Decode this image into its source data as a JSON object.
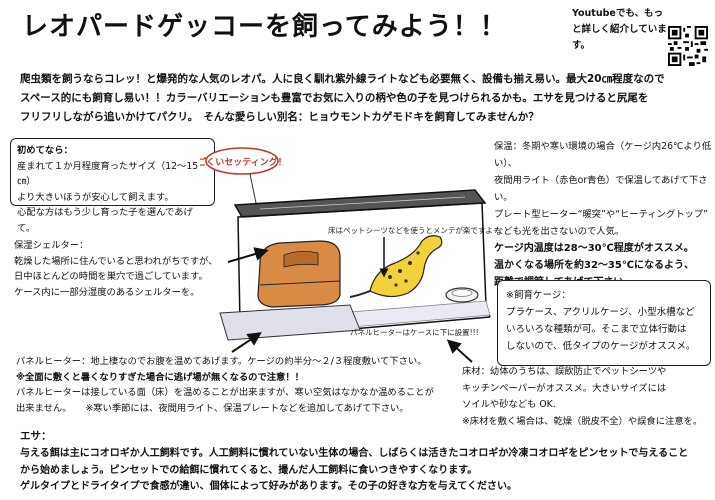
{
  "title": "レオパードゲッコーを飼ってみよう！！",
  "youtube_note": "Youtubeでも、もっと詳しく紹介しています。",
  "intro": {
    "line1": "爬虫類を飼うならコレッ！と爆発的な人気のレオパ。人に良く馴れ紫外線ライトなども必要無く、設備も揃え易い。最大20㎝程度なので",
    "line2": "スペース的にも飼育し易い！！カラーバリエーションも豊富でお気に入りの柄や色の子を見つけられるかも。エサを見つけると尻尾を",
    "line3": "フリフリしながら追いかけてパクリ。　そんな愛らしい別名：ヒョウモントカゲモドキを飼育してみませんか？"
  },
  "starter": {
    "heading": "初めてなら：",
    "line1": "産まれて１か月程度育ったサイズ（12～15㎝）",
    "line2": "より大きいほうが安心して飼えます。",
    "line3": "心配な方はもう少し育った子を選んであげて。"
  },
  "shelter": {
    "heading": "保湿シェルター：",
    "line1": "乾燥した場所に住んでいると思われがちですが、",
    "line2": "日中ほとんどの時間を巣穴で過ごしています。",
    "line3": "ケース内に一部分湿度のあるシェルターを。"
  },
  "warmth": {
    "line1": "保温：冬期や寒い環境の場合（ケージ内26℃より低い）、",
    "line2": "夜間用ライト（赤色or青色）で保温してあげて下さい。",
    "line3": "プレート型ヒーター“暖突”や“ヒーティングトップ”",
    "line4": "なども光を出さないので人気。",
    "line5": "ケージ内温度は28～30℃程度がオススメ。",
    "line6": "温かくなる場所を約32～35℃になるよう、",
    "line7": "距離で調節してあげて下さい。"
  },
  "illustration": {
    "sign": "ごくいセッティング！",
    "floor_note": "床はペットシーツなどを使うとメンテが楽ですよー！",
    "heater_note": "パネルヒーターはケースに下に設置!!!"
  },
  "cage": {
    "heading": "※飼育ケージ：",
    "line1": "プラケース、アクリルケージ、小型水槽など",
    "line2": "いろいろな種類が可。そこまで立体行動は",
    "line3": "しないので、低タイプのケージがオススメ。"
  },
  "panel_heater": {
    "line1": "パネルヒーター：地上棲なのでお腹を温めてあげます。ケージの約半分～２/３程度敷いて下さい。",
    "line2": "※全面に敷くと暑くなりすぎた場合に逃げ場が無くなるので注意！！",
    "line3": "パネルヒーターは接している面（床）を温めることが出来ますが、寒い空気はなかなか温めることが",
    "line4": "出来ません。　　※寒い季節には、夜間用ライト、保温プレートなどを追加してあげて下さい。"
  },
  "floor": {
    "line1": "床材：幼体のうちは、誤飲防止でペットシーツや",
    "line2": "キッチンペーパーがオススメ。大きいサイズには",
    "line3": "ソイルや砂なども OK.",
    "line4": "※床材を敷く場合は、乾燥（脱皮不全）や誤食に注意を。"
  },
  "feed": {
    "heading": "エサ：",
    "line1": "与える餌は主にコオロギか人工飼料です。人工飼料に慣れていない生体の場合、しばらくは活きたコオロギか冷凍コオロギをピンセットで与えること",
    "line2": "から始めましょう。ピンセットでの給餌に慣れてくると、撮んだ人工飼料に食いつきやすくなります。",
    "line3": "ゲルタイプとドライタイプで食感が違い、個体によって好みがあります。その子の好きな方を与えてください。"
  }
}
